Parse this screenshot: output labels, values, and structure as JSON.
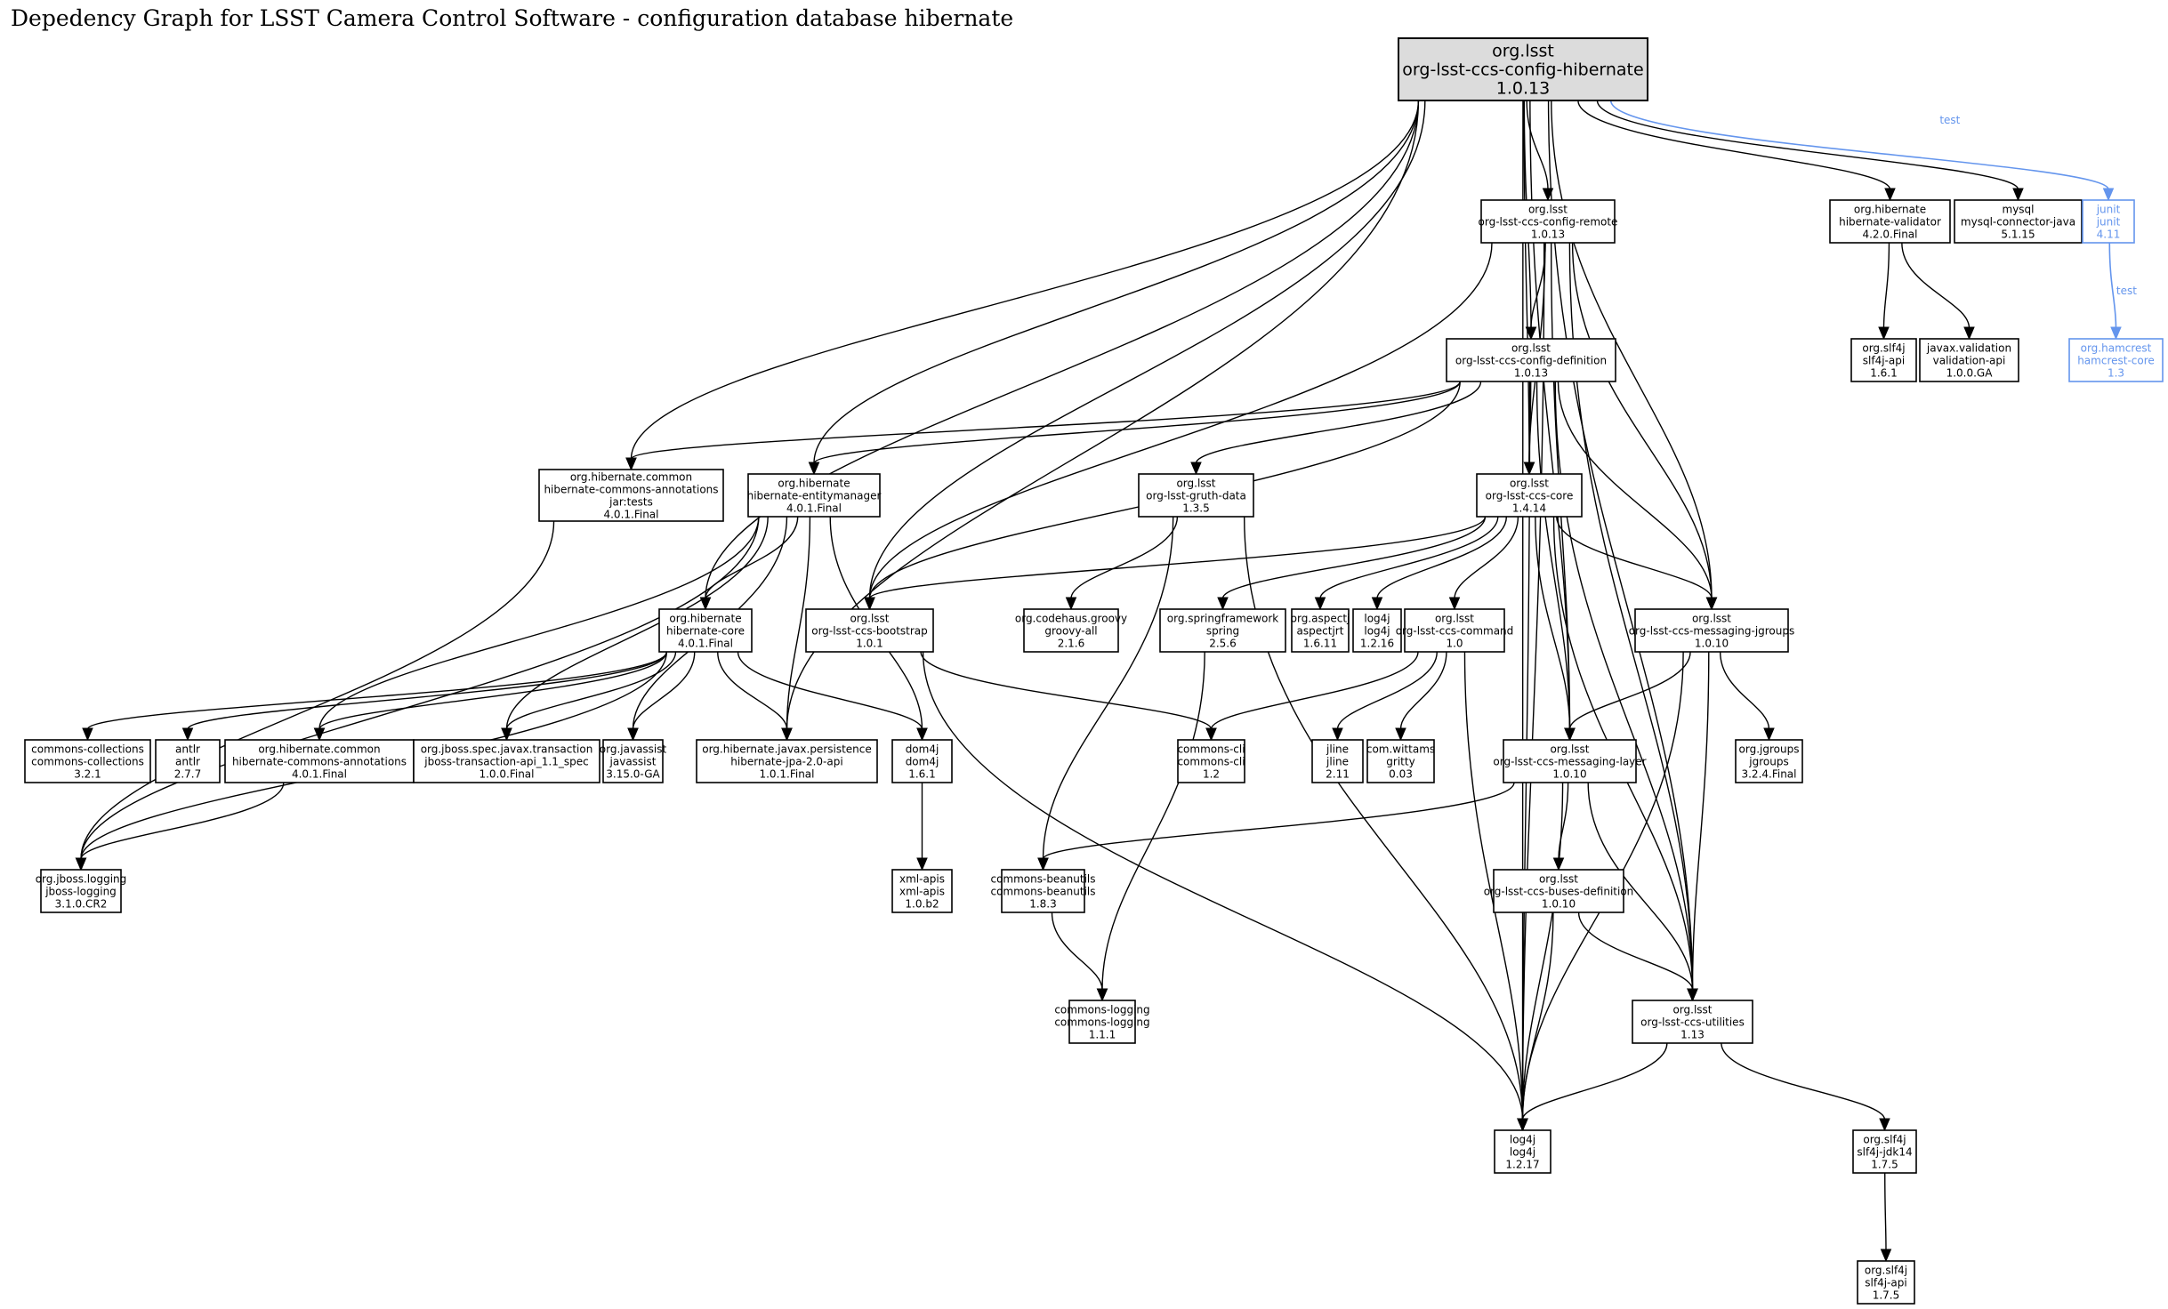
{
  "title": "Depedency Graph for LSST Camera Control Software - configuration database hibernate",
  "colors": {
    "test_scope": "#6495ed",
    "root_fill": "#dcdcdc",
    "edge": "#000000"
  },
  "nodes": [
    {
      "id": "root",
      "group": "org.lsst",
      "artifact": "org-lsst-ccs-config-hibernate",
      "version": "1.0.13",
      "kind": "root"
    },
    {
      "id": "config-remote",
      "group": "org.lsst",
      "artifact": "org-lsst-ccs-config-remote",
      "version": "1.0.13"
    },
    {
      "id": "hibernate-validator",
      "group": "org.hibernate",
      "artifact": "hibernate-validator",
      "version": "4.2.0.Final"
    },
    {
      "id": "mysql",
      "group": "mysql",
      "artifact": "mysql-connector-java",
      "version": "5.1.15"
    },
    {
      "id": "junit",
      "group": "junit",
      "artifact": "junit",
      "version": "4.11",
      "kind": "test"
    },
    {
      "id": "config-definition",
      "group": "org.lsst",
      "artifact": "org-lsst-ccs-config-definition",
      "version": "1.0.13"
    },
    {
      "id": "slf4j-api-161",
      "group": "org.slf4j",
      "artifact": "slf4j-api",
      "version": "1.6.1"
    },
    {
      "id": "validation-api",
      "group": "javax.validation",
      "artifact": "validation-api",
      "version": "1.0.0.GA"
    },
    {
      "id": "hamcrest",
      "group": "org.hamcrest",
      "artifact": "hamcrest-core",
      "version": "1.3",
      "kind": "test"
    },
    {
      "id": "hca-tests",
      "group": "org.hibernate.common",
      "artifact": "hibernate-commons-annotations",
      "classifier": "jar:tests",
      "version": "4.0.1.Final"
    },
    {
      "id": "entitymanager",
      "group": "org.hibernate",
      "artifact": "hibernate-entitymanager",
      "version": "4.0.1.Final"
    },
    {
      "id": "gruth-data",
      "group": "org.lsst",
      "artifact": "org-lsst-gruth-data",
      "version": "1.3.5"
    },
    {
      "id": "ccs-core",
      "group": "org.lsst",
      "artifact": "org-lsst-ccs-core",
      "version": "1.4.14"
    },
    {
      "id": "hibernate-core",
      "group": "org.hibernate",
      "artifact": "hibernate-core",
      "version": "4.0.1.Final"
    },
    {
      "id": "bootstrap",
      "group": "org.lsst",
      "artifact": "org-lsst-ccs-bootstrap",
      "version": "1.0.1"
    },
    {
      "id": "groovy",
      "group": "org.codehaus.groovy",
      "artifact": "groovy-all",
      "version": "2.1.6"
    },
    {
      "id": "spring",
      "group": "org.springframework",
      "artifact": "spring",
      "version": "2.5.6"
    },
    {
      "id": "aspectj",
      "group": "org.aspectj",
      "artifact": "aspectjrt",
      "version": "1.6.11"
    },
    {
      "id": "log4j-1216",
      "group": "log4j",
      "artifact": "log4j",
      "version": "1.2.16"
    },
    {
      "id": "ccs-command",
      "group": "org.lsst",
      "artifact": "org-lsst-ccs-command",
      "version": "1.0"
    },
    {
      "id": "msg-jgroups",
      "group": "org.lsst",
      "artifact": "org-lsst-ccs-messaging-jgroups",
      "version": "1.0.10"
    },
    {
      "id": "commons-collections",
      "group": "commons-collections",
      "artifact": "commons-collections",
      "version": "3.2.1"
    },
    {
      "id": "antlr",
      "group": "antlr",
      "artifact": "antlr",
      "version": "2.7.7"
    },
    {
      "id": "hca",
      "group": "org.hibernate.common",
      "artifact": "hibernate-commons-annotations",
      "version": "4.0.1.Final"
    },
    {
      "id": "jboss-tx",
      "group": "org.jboss.spec.javax.transaction",
      "artifact": "jboss-transaction-api_1.1_spec",
      "version": "1.0.0.Final"
    },
    {
      "id": "javassist",
      "group": "org.javassist",
      "artifact": "javassist",
      "version": "3.15.0-GA"
    },
    {
      "id": "jpa",
      "group": "org.hibernate.javax.persistence",
      "artifact": "hibernate-jpa-2.0-api",
      "version": "1.0.1.Final"
    },
    {
      "id": "dom4j",
      "group": "dom4j",
      "artifact": "dom4j",
      "version": "1.6.1"
    },
    {
      "id": "commons-cli",
      "group": "commons-cli",
      "artifact": "commons-cli",
      "version": "1.2"
    },
    {
      "id": "jline",
      "group": "jline",
      "artifact": "jline",
      "version": "2.11"
    },
    {
      "id": "gritty",
      "group": "com.wittams",
      "artifact": "gritty",
      "version": "0.03"
    },
    {
      "id": "msg-layer",
      "group": "org.lsst",
      "artifact": "org-lsst-ccs-messaging-layer",
      "version": "1.0.10"
    },
    {
      "id": "jgroups",
      "group": "org.jgroups",
      "artifact": "jgroups",
      "version": "3.2.4.Final"
    },
    {
      "id": "jboss-logging",
      "group": "org.jboss.logging",
      "artifact": "jboss-logging",
      "version": "3.1.0.CR2"
    },
    {
      "id": "xml-apis",
      "group": "xml-apis",
      "artifact": "xml-apis",
      "version": "1.0.b2"
    },
    {
      "id": "beanutils",
      "group": "commons-beanutils",
      "artifact": "commons-beanutils",
      "version": "1.8.3"
    },
    {
      "id": "buses-def",
      "group": "org.lsst",
      "artifact": "org-lsst-ccs-buses-definition",
      "version": "1.0.10"
    },
    {
      "id": "commons-logging",
      "group": "commons-logging",
      "artifact": "commons-logging",
      "version": "1.1.1"
    },
    {
      "id": "utilities",
      "group": "org.lsst",
      "artifact": "org-lsst-ccs-utilities",
      "version": "1.13"
    },
    {
      "id": "log4j-1217",
      "group": "log4j",
      "artifact": "log4j",
      "version": "1.2.17"
    },
    {
      "id": "slf4j-jdk14",
      "group": "org.slf4j",
      "artifact": "slf4j-jdk14",
      "version": "1.7.5"
    },
    {
      "id": "slf4j-api-175",
      "group": "org.slf4j",
      "artifact": "slf4j-api",
      "version": "1.7.5"
    }
  ],
  "edges": [
    {
      "from": "root",
      "to": "config-remote"
    },
    {
      "from": "root",
      "to": "hibernate-validator"
    },
    {
      "from": "root",
      "to": "mysql"
    },
    {
      "from": "root",
      "to": "junit",
      "scope": "test",
      "label": "test"
    },
    {
      "from": "root",
      "to": "config-definition"
    },
    {
      "from": "root",
      "to": "hca-tests"
    },
    {
      "from": "root",
      "to": "entitymanager"
    },
    {
      "from": "root",
      "to": "hibernate-core"
    },
    {
      "from": "root",
      "to": "bootstrap"
    },
    {
      "from": "root",
      "to": "jpa"
    },
    {
      "from": "root",
      "to": "ccs-core"
    },
    {
      "from": "root",
      "to": "msg-layer"
    },
    {
      "from": "root",
      "to": "msg-jgroups"
    },
    {
      "from": "root",
      "to": "utilities"
    },
    {
      "from": "root",
      "to": "log4j-1217"
    },
    {
      "from": "junit",
      "to": "hamcrest",
      "scope": "test",
      "label": "test"
    },
    {
      "from": "hibernate-validator",
      "to": "slf4j-api-161"
    },
    {
      "from": "hibernate-validator",
      "to": "validation-api"
    },
    {
      "from": "config-remote",
      "to": "config-definition"
    },
    {
      "from": "config-remote",
      "to": "bootstrap"
    },
    {
      "from": "config-remote",
      "to": "ccs-core"
    },
    {
      "from": "config-remote",
      "to": "msg-jgroups"
    },
    {
      "from": "config-remote",
      "to": "msg-layer"
    },
    {
      "from": "config-remote",
      "to": "utilities"
    },
    {
      "from": "config-remote",
      "to": "log4j-1217"
    },
    {
      "from": "config-definition",
      "to": "hca-tests"
    },
    {
      "from": "config-definition",
      "to": "entitymanager"
    },
    {
      "from": "config-definition",
      "to": "bootstrap"
    },
    {
      "from": "config-definition",
      "to": "gruth-data"
    },
    {
      "from": "config-definition",
      "to": "ccs-core"
    },
    {
      "from": "config-definition",
      "to": "msg-jgroups"
    },
    {
      "from": "config-definition",
      "to": "msg-layer"
    },
    {
      "from": "config-definition",
      "to": "utilities"
    },
    {
      "from": "config-definition",
      "to": "log4j-1217"
    },
    {
      "from": "hca-tests",
      "to": "jboss-logging"
    },
    {
      "from": "entitymanager",
      "to": "hibernate-core"
    },
    {
      "from": "entitymanager",
      "to": "hca"
    },
    {
      "from": "entitymanager",
      "to": "jboss-tx"
    },
    {
      "from": "entitymanager",
      "to": "javassist"
    },
    {
      "from": "entitymanager",
      "to": "jpa"
    },
    {
      "from": "entitymanager",
      "to": "dom4j"
    },
    {
      "from": "entitymanager",
      "to": "jboss-logging"
    },
    {
      "from": "hibernate-core",
      "to": "commons-collections"
    },
    {
      "from": "hibernate-core",
      "to": "antlr"
    },
    {
      "from": "hibernate-core",
      "to": "hca"
    },
    {
      "from": "hibernate-core",
      "to": "jboss-tx"
    },
    {
      "from": "hibernate-core",
      "to": "javassist"
    },
    {
      "from": "hibernate-core",
      "to": "jpa"
    },
    {
      "from": "hibernate-core",
      "to": "dom4j"
    },
    {
      "from": "hibernate-core",
      "to": "jboss-logging"
    },
    {
      "from": "hca",
      "to": "jboss-logging"
    },
    {
      "from": "dom4j",
      "to": "xml-apis"
    },
    {
      "from": "gruth-data",
      "to": "groovy"
    },
    {
      "from": "gruth-data",
      "to": "beanutils"
    },
    {
      "from": "gruth-data",
      "to": "log4j-1217"
    },
    {
      "from": "bootstrap",
      "to": "commons-cli"
    },
    {
      "from": "bootstrap",
      "to": "log4j-1217"
    },
    {
      "from": "ccs-core",
      "to": "bootstrap"
    },
    {
      "from": "ccs-core",
      "to": "spring"
    },
    {
      "from": "ccs-core",
      "to": "aspectj"
    },
    {
      "from": "ccs-core",
      "to": "log4j-1216"
    },
    {
      "from": "ccs-core",
      "to": "ccs-command"
    },
    {
      "from": "ccs-core",
      "to": "msg-jgroups"
    },
    {
      "from": "ccs-core",
      "to": "msg-layer"
    },
    {
      "from": "ccs-core",
      "to": "utilities"
    },
    {
      "from": "spring",
      "to": "commons-logging"
    },
    {
      "from": "ccs-command",
      "to": "commons-cli"
    },
    {
      "from": "ccs-command",
      "to": "jline"
    },
    {
      "from": "ccs-command",
      "to": "gritty"
    },
    {
      "from": "ccs-command",
      "to": "log4j-1217"
    },
    {
      "from": "msg-jgroups",
      "to": "msg-layer"
    },
    {
      "from": "msg-jgroups",
      "to": "jgroups"
    },
    {
      "from": "msg-jgroups",
      "to": "utilities"
    },
    {
      "from": "msg-jgroups",
      "to": "log4j-1217"
    },
    {
      "from": "msg-layer",
      "to": "beanutils"
    },
    {
      "from": "msg-layer",
      "to": "buses-def"
    },
    {
      "from": "msg-layer",
      "to": "utilities"
    },
    {
      "from": "msg-layer",
      "to": "log4j-1217"
    },
    {
      "from": "buses-def",
      "to": "utilities"
    },
    {
      "from": "buses-def",
      "to": "log4j-1217"
    },
    {
      "from": "beanutils",
      "to": "commons-logging"
    },
    {
      "from": "utilities",
      "to": "log4j-1217"
    },
    {
      "from": "utilities",
      "to": "slf4j-jdk14"
    },
    {
      "from": "slf4j-jdk14",
      "to": "slf4j-api-175"
    }
  ]
}
